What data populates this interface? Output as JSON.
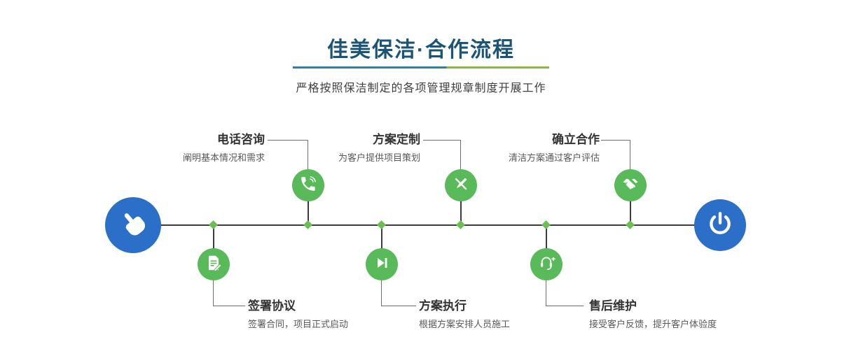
{
  "header": {
    "title": "佳美保洁·合作流程",
    "subtitle": "严格按照保洁制定的各项管理规章制度开展工作"
  },
  "timeline": {
    "start_icon": "hand-pointer-icon",
    "end_icon": "power-icon"
  },
  "steps_top": [
    {
      "label": "电话咨询",
      "desc": "阐明基本情况和需求",
      "icon": "phone-icon"
    },
    {
      "label": "方案定制",
      "desc": "为客户提供项目策划",
      "icon": "design-icon"
    },
    {
      "label": "确立合作",
      "desc": "清洁方案通过客户评估",
      "icon": "handshake-icon"
    }
  ],
  "steps_bottom": [
    {
      "label": "签署协议",
      "desc": "签署合同，项目正式启动",
      "icon": "contract-icon"
    },
    {
      "label": "方案执行",
      "desc": "根据方案安排人员施工",
      "icon": "play-icon"
    },
    {
      "label": "售后维护",
      "desc": "接受客户反馈，提升客户体验度",
      "icon": "headset-plus-icon"
    }
  ],
  "colors": {
    "title": "#1a5578",
    "accent_blue": "#2b6fc9",
    "accent_green": "#58ba58",
    "underline_blue": "#2e7fae",
    "underline_green": "#86b93d",
    "line": "#3c3c3c"
  }
}
